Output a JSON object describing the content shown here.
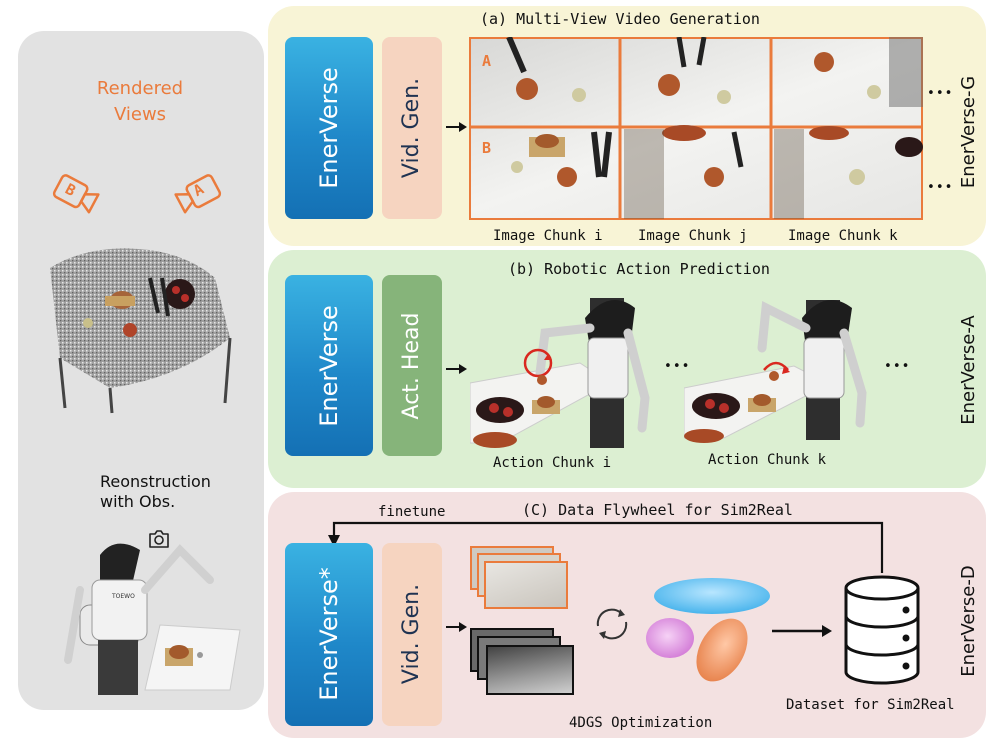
{
  "left": {
    "rendered_views": "Rendered\nViews",
    "cam_b": "B",
    "cam_a": "A",
    "reconstruction": "Reonstruction\nwith Obs."
  },
  "panel_g": {
    "title": "(a) Multi-View Video Generation",
    "model": "EnerVerse",
    "head": "Vid. Gen.",
    "side_label": "EnerVerse-G",
    "row_a": "A",
    "row_b": "B",
    "chunks": [
      "Image Chunk i",
      "Image Chunk j",
      "Image Chunk k"
    ],
    "ellipsis": "•••"
  },
  "panel_a": {
    "title": "(b) Robotic Action Prediction",
    "model": "EnerVerse",
    "head": "Act. Head",
    "side_label": "EnerVerse-A",
    "chunks": [
      "Action Chunk i",
      "Action Chunk k"
    ],
    "ellipsis": "•••"
  },
  "panel_d": {
    "title": "(C) Data Flywheel for Sim2Real",
    "model": "EnerVerse*",
    "head": "Vid. Gen.",
    "side_label": "EnerVerse-D",
    "finetune": "finetune",
    "optimization": "4DGS Optimization",
    "dataset": "Dataset for Sim2Real"
  },
  "colors": {
    "orange": "#ea7b3c",
    "panel_g_bg": "#f8f4d6",
    "panel_a_bg": "#dcefd2",
    "panel_d_bg": "#f3e1e1",
    "left_bg": "#e2e2e2",
    "vidgen_block": "#f6d4c0",
    "acthead_block": "#86b47a"
  }
}
